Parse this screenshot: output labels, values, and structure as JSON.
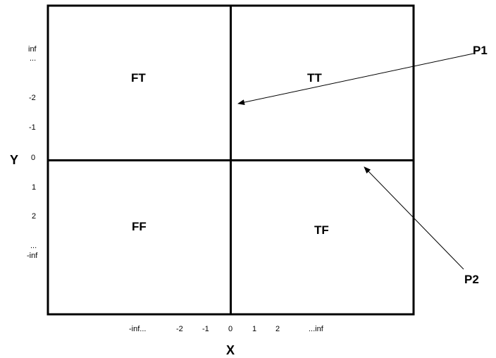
{
  "quadrants": {
    "top_left": "FT",
    "top_right": "TT",
    "bottom_left": "FF",
    "bottom_right": "TF"
  },
  "axes": {
    "y_label": "Y",
    "x_label": "X",
    "y_ticks": [
      "inf",
      "...",
      "-2",
      "-1",
      "0",
      "1",
      "2",
      "...",
      "-inf"
    ],
    "x_ticks": [
      "-inf...",
      "-2",
      "-1",
      "0",
      "1",
      "2",
      "...inf"
    ]
  },
  "pointers": {
    "p1": "P1",
    "p2": "P2"
  }
}
